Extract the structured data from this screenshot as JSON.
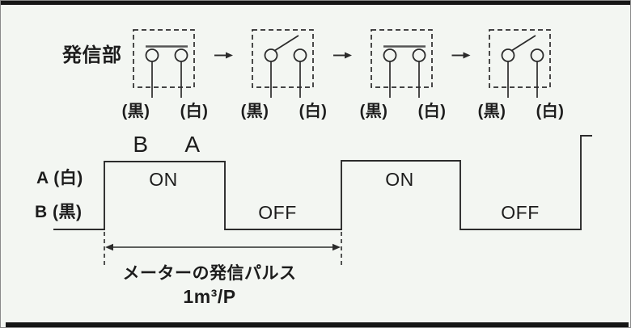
{
  "colors": {
    "background": "#f3f6f2",
    "line": "#2b2b2b",
    "bar": "#161616",
    "text": "#1c1c1c",
    "border": "#8a8a8a"
  },
  "transmitter": {
    "label": "発信部",
    "switches": [
      {
        "state": "closed",
        "terminal_left": "(黒)",
        "terminal_right": "(白)"
      },
      {
        "state": "open",
        "terminal_left": "(黒)",
        "terminal_right": "(白)"
      },
      {
        "state": "closed",
        "terminal_left": "(黒)",
        "terminal_right": "(白)"
      },
      {
        "state": "open",
        "terminal_left": "(黒)",
        "terminal_right": "(白)"
      }
    ]
  },
  "wires": {
    "b": "B",
    "a": "A"
  },
  "waveform": {
    "label_a": "A (白)",
    "label_b": "B (黒)",
    "on": "ON",
    "off": "OFF",
    "points": [
      [
        65,
        283
      ],
      [
        128,
        283
      ],
      [
        128,
        199
      ],
      [
        277,
        199
      ],
      [
        277,
        283
      ],
      [
        421,
        283
      ],
      [
        421,
        198
      ],
      [
        568,
        198
      ],
      [
        568,
        283
      ],
      [
        717,
        283
      ],
      [
        717,
        167
      ],
      [
        731,
        167
      ]
    ]
  },
  "pulse": {
    "caption": "メーターの発信パルス",
    "rate": "1m³/P"
  }
}
